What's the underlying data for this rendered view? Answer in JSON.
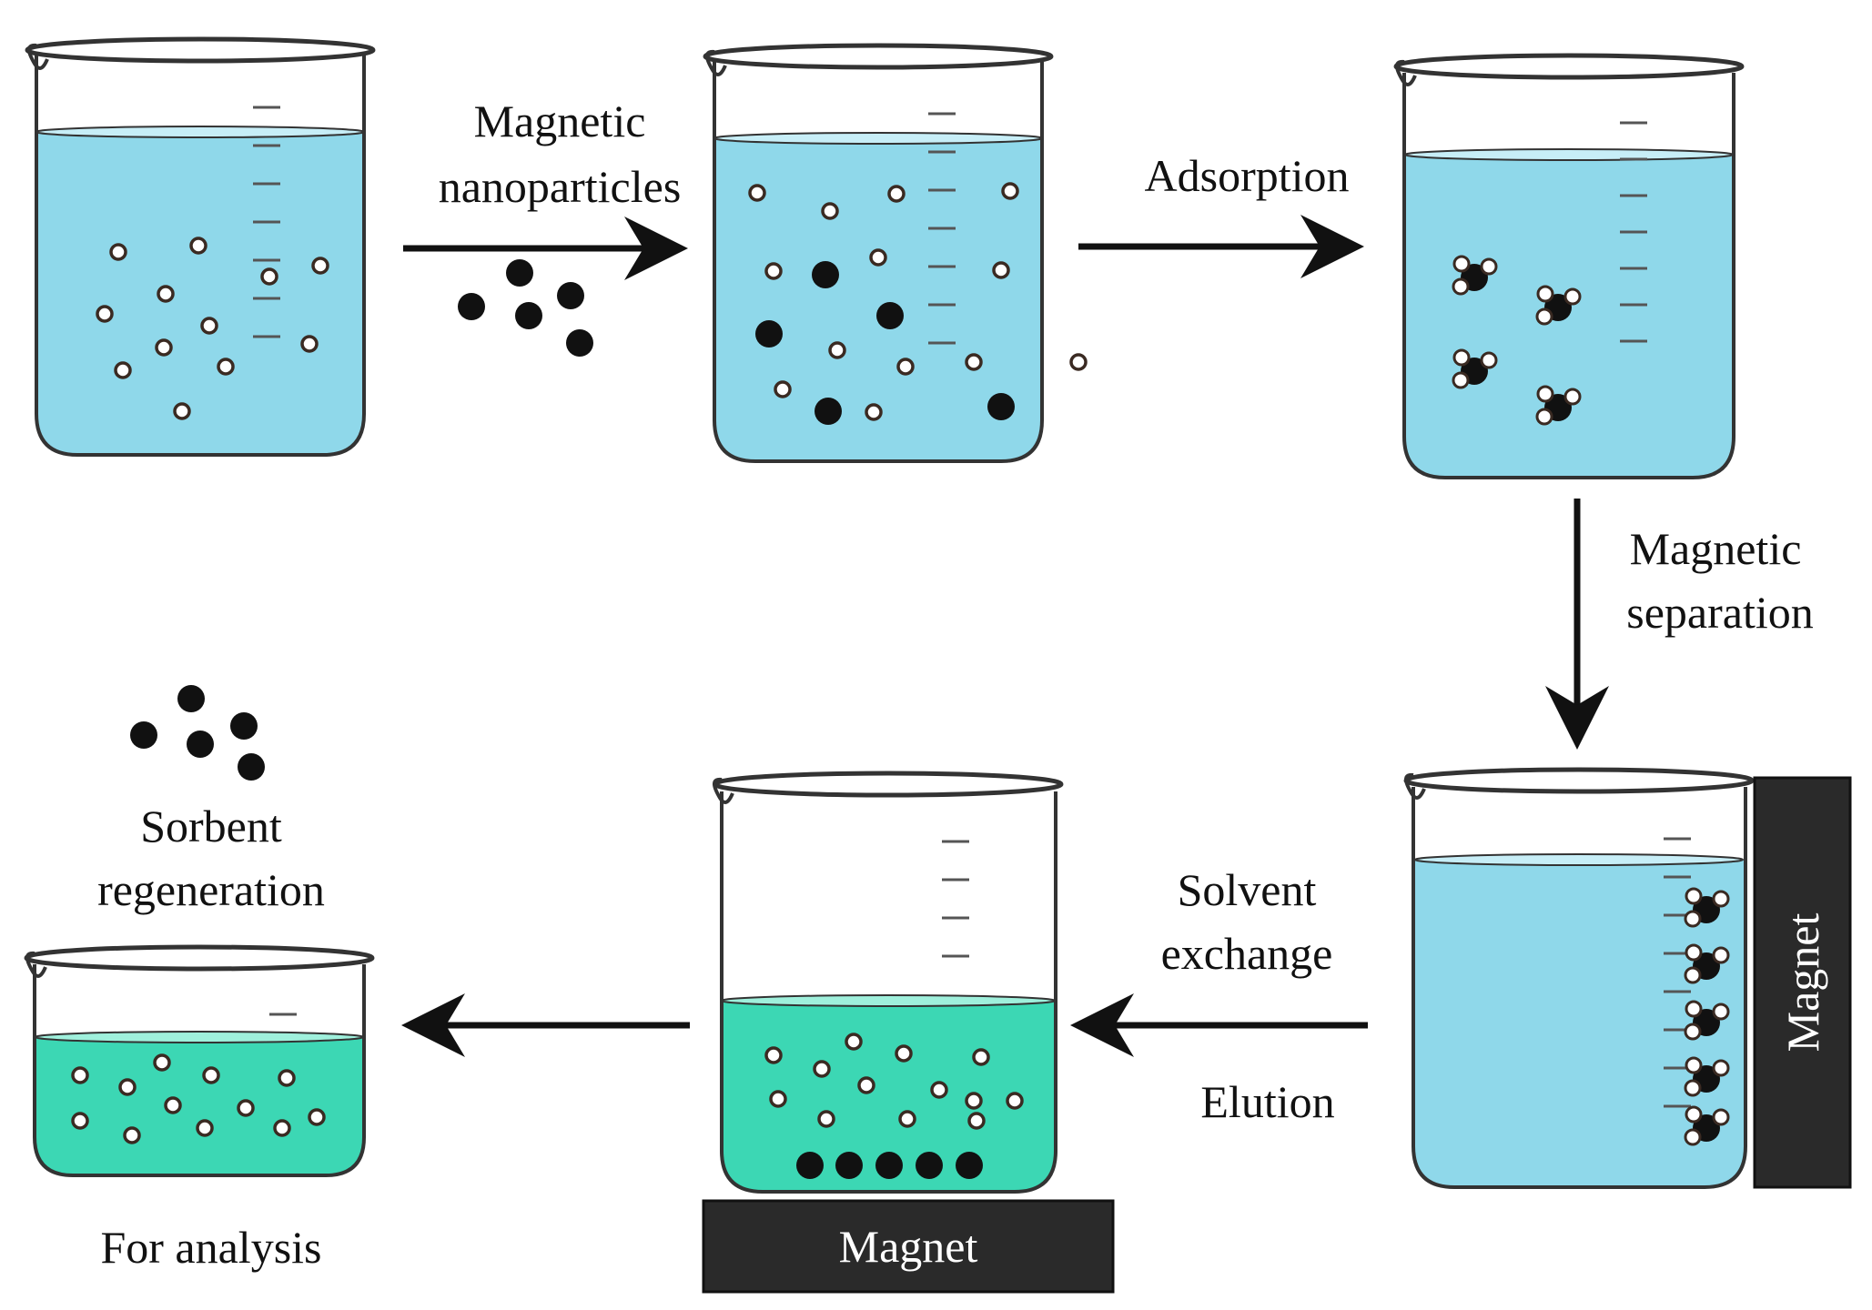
{
  "colors": {
    "water": "#8fd8ea",
    "eluent": "#3cd7b4",
    "nanoparticle": "#111111",
    "analyte_fill": "#ffffff",
    "analyte_stroke": "#3a2a22",
    "magnet": "#2a2a2a"
  },
  "labels": {
    "magnetic_nanoparticles_line1": "Magnetic",
    "magnetic_nanoparticles_line2": "nanoparticles",
    "adsorption": "Adsorption",
    "magnetic_separation_line1": "Magnetic",
    "magnetic_separation_line2": "separation",
    "solvent_exchange_line1": "Solvent",
    "solvent_exchange_line2": "exchange",
    "elution": "Elution",
    "sorbent_regeneration_line1": "Sorbent",
    "sorbent_regeneration_line2": "regeneration",
    "for_analysis": "For analysis",
    "magnet_side": "Magnet",
    "magnet_bottom": "Magnet"
  },
  "icons": {
    "beaker": "beaker-icon",
    "nanoparticle": "nanoparticle-icon",
    "analyte": "analyte-icon",
    "magnet": "magnet-icon",
    "arrow": "arrow-icon"
  }
}
